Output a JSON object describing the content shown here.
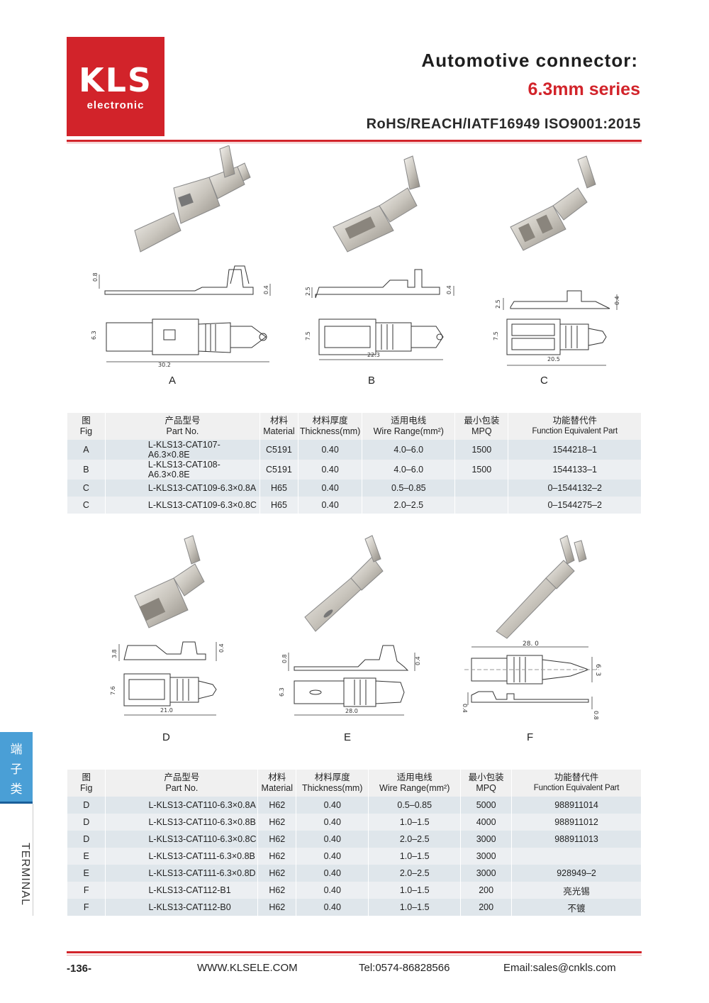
{
  "logo": {
    "big": "KLS",
    "small": "electronic"
  },
  "header": {
    "title": "Automotive connector:",
    "subtitle": "6.3mm series",
    "cert": "RoHS/REACH/IATF16949 ISO9001:2015"
  },
  "figures_top": [
    {
      "label": "A",
      "dims": {
        "thick": "0.8",
        "tab": "0.4",
        "width": "6.3",
        "length": "30.2"
      }
    },
    {
      "label": "B",
      "dims": {
        "thick": "2.5",
        "tab": "0.4",
        "width": "7.5",
        "length": "22.3"
      }
    },
    {
      "label": "C",
      "dims": {
        "thick": "2.5",
        "tab": "0.4",
        "width": "7.5",
        "length": "20.5"
      }
    }
  ],
  "figures_bottom": [
    {
      "label": "D",
      "dims": {
        "thick": "3.8",
        "tab": "0.4",
        "width": "7.6",
        "length": "21.0"
      }
    },
    {
      "label": "E",
      "dims": {
        "thick": "0.8",
        "tab": "0.4",
        "width": "6.3",
        "length": "28.0"
      }
    },
    {
      "label": "F",
      "dims": {
        "length": "28. 0",
        "width": "6. 3",
        "tab": "0.4",
        "thick": "0.8"
      }
    }
  ],
  "table_headers": {
    "fig_cn": "图",
    "fig_en": "Fig",
    "part_cn": "产品型号",
    "part_en": "Part No.",
    "mat_cn": "材料",
    "mat_en": "Material",
    "thick_cn": "材料厚度",
    "thick_en": "Thickness(mm)",
    "wire_cn": "适用电线",
    "wire_en": "Wire Range(mm²)",
    "mpq_cn": "最小包装",
    "mpq_en": "MPQ",
    "func_cn": "功能替代件",
    "func_en": "Function Equivalent Part"
  },
  "table1": [
    {
      "fig": "A",
      "part": "L-KLS13-CAT107-A6.3×0.8E",
      "material": "C5191",
      "thickness": "0.40",
      "wire": "4.0–6.0",
      "mpq": "1500",
      "equiv": "1544218–1"
    },
    {
      "fig": "B",
      "part": "L-KLS13-CAT108-A6.3×0.8E",
      "material": "C5191",
      "thickness": "0.40",
      "wire": "4.0–6.0",
      "mpq": "1500",
      "equiv": "1544133–1"
    },
    {
      "fig": "C",
      "part": "L-KLS13-CAT109-6.3×0.8A",
      "material": "H65",
      "thickness": "0.40",
      "wire": "0.5–0.85",
      "mpq": "",
      "equiv": "0–1544132–2"
    },
    {
      "fig": "C",
      "part": "L-KLS13-CAT109-6.3×0.8C",
      "material": "H65",
      "thickness": "0.40",
      "wire": "2.0–2.5",
      "mpq": "",
      "equiv": "0–1544275–2"
    }
  ],
  "table2": [
    {
      "fig": "D",
      "part": "L-KLS13-CAT110-6.3×0.8A",
      "material": "H62",
      "thickness": "0.40",
      "wire": "0.5–0.85",
      "mpq": "5000",
      "equiv": "988911014"
    },
    {
      "fig": "D",
      "part": "L-KLS13-CAT110-6.3×0.8B",
      "material": "H62",
      "thickness": "0.40",
      "wire": "1.0–1.5",
      "mpq": "4000",
      "equiv": "988911012"
    },
    {
      "fig": "D",
      "part": "L-KLS13-CAT110-6.3×0.8C",
      "material": "H62",
      "thickness": "0.40",
      "wire": "2.0–2.5",
      "mpq": "3000",
      "equiv": "988911013"
    },
    {
      "fig": "E",
      "part": "L-KLS13-CAT111-6.3×0.8B",
      "material": "H62",
      "thickness": "0.40",
      "wire": "1.0–1.5",
      "mpq": "3000",
      "equiv": ""
    },
    {
      "fig": "E",
      "part": "L-KLS13-CAT111-6.3×0.8D",
      "material": "H62",
      "thickness": "0.40",
      "wire": "2.0–2.5",
      "mpq": "3000",
      "equiv": "928949–2"
    },
    {
      "fig": "F",
      "part": "L-KLS13-CAT112-B1",
      "material": "H62",
      "thickness": "0.40",
      "wire": "1.0–1.5",
      "mpq": "200",
      "equiv": "亮光锡"
    },
    {
      "fig": "F",
      "part": "L-KLS13-CAT112-B0",
      "material": "H62",
      "thickness": "0.40",
      "wire": "1.0–1.5",
      "mpq": "200",
      "equiv": "不镀"
    }
  ],
  "side_tab": {
    "cn1": "端",
    "cn2": "子",
    "cn3": "类",
    "en": "TERMINAL"
  },
  "footer": {
    "page": "-136-",
    "web": "WWW.KLSELE.COM",
    "tel": "Tel:0574-86828566",
    "email": "Email:sales@cnkls.com"
  },
  "colors": {
    "brand_red": "#d2232a",
    "tab_blue": "#4a9fd6",
    "row_odd": "#dfe6eb",
    "row_even": "#eceff2"
  }
}
